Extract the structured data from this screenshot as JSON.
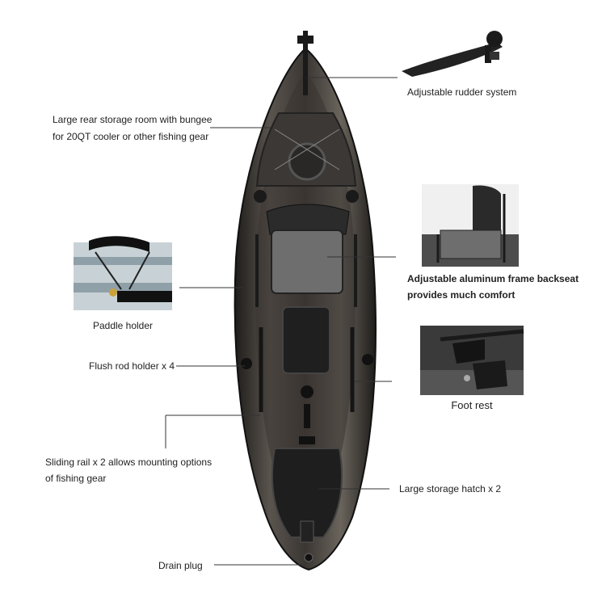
{
  "callouts": {
    "rudder": "Adjustable rudder system",
    "rear_storage_line1": "Large rear storage room with bungee",
    "rear_storage_line2": "for 20QT cooler or other  fishing gear",
    "paddle_holder": "Paddle holder",
    "backseat_line1": "Adjustable  aluminum frame backseat",
    "backseat_line2": "provides much comfort",
    "rod_holder": "Flush rod holder x 4",
    "foot_rest": "Foot rest",
    "sliding_rail_line1": "Sliding rail x 2 allows mounting options",
    "sliding_rail_line2": "of fishing gear",
    "storage_hatch": "Large storage hatch x 2",
    "drain_plug": "Drain plug"
  },
  "colors": {
    "hull_dark": "#2c2a28",
    "hull_mid": "#4a4642",
    "seat_gray": "#6e6e6e",
    "line": "#333333"
  }
}
